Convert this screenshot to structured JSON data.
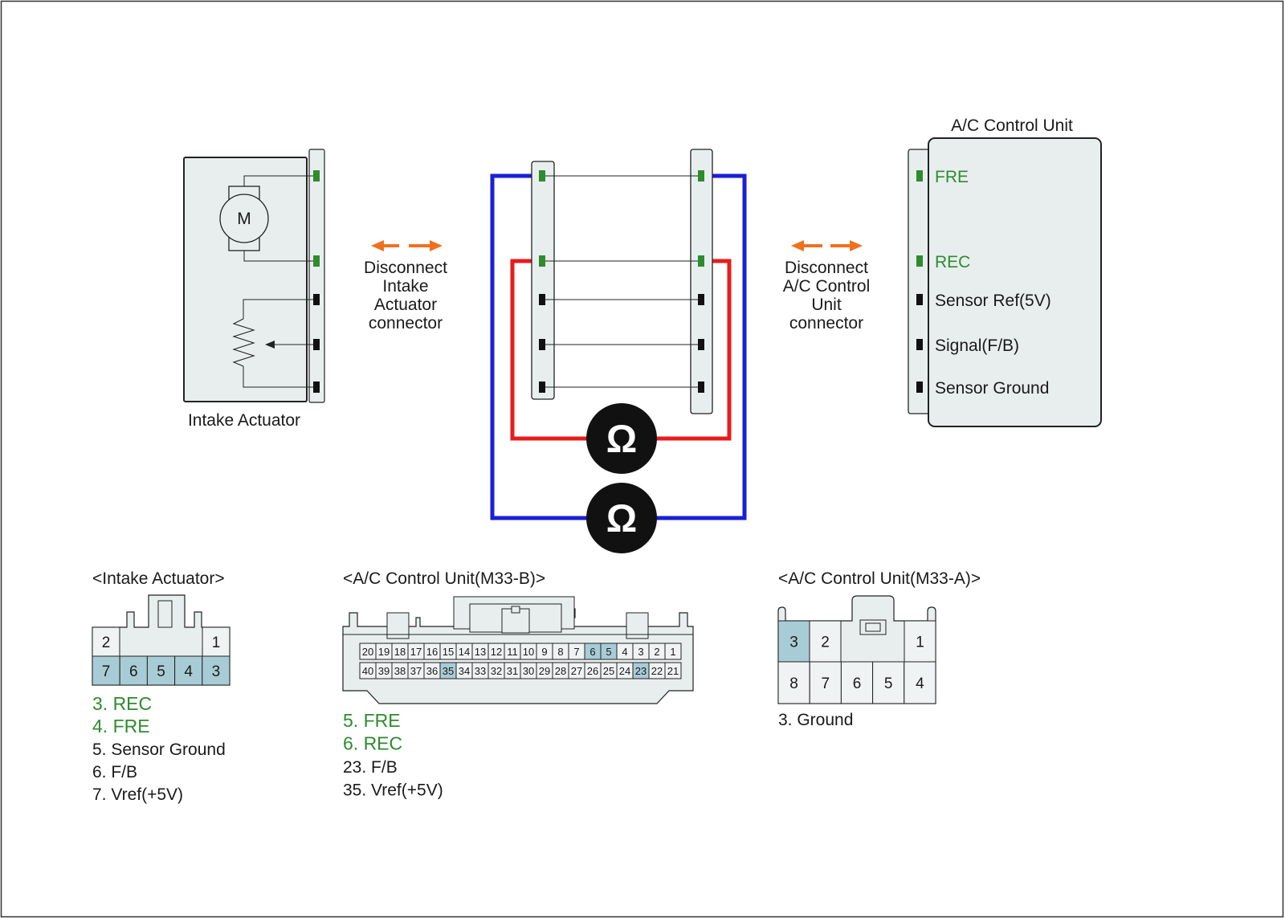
{
  "diagram": {
    "intake_actuator": {
      "label": "Intake Actuator",
      "motor_symbol": "M",
      "pin_colors": [
        "green",
        "green",
        "black",
        "black",
        "black"
      ]
    },
    "disconnect_left": [
      "Disconnect",
      "Intake",
      "Actuator",
      "connector"
    ],
    "disconnect_right": [
      "Disconnect",
      "A/C Control",
      "Unit",
      "connector"
    ],
    "ac_control_unit": {
      "title": "A/C Control Unit",
      "pins": [
        {
          "label": "FRE",
          "color": "green"
        },
        {
          "label": "REC",
          "color": "green"
        },
        {
          "label": "Sensor Ref(5V)",
          "color": "black"
        },
        {
          "label": "Signal(F/B)",
          "color": "black"
        },
        {
          "label": "Sensor Ground",
          "color": "black"
        }
      ]
    },
    "ohm_symbol": "Ω",
    "colors": {
      "blue_wire": "#1a1fd6",
      "red_wire": "#e81c1c",
      "arrow": "#f07020",
      "pin_green": "#2e8b2e",
      "highlight": "#a8ccd6",
      "panel": "#e8eeee",
      "text_green": "#2e8b2e"
    }
  },
  "connectors": {
    "intake_actuator": {
      "title": "<Intake Actuator>",
      "top_row": [
        "2",
        "1"
      ],
      "bottom_row": [
        "7",
        "6",
        "5",
        "4",
        "3"
      ],
      "highlighted": [
        "7",
        "6",
        "5",
        "4",
        "3"
      ],
      "pins": [
        {
          "text": "3. REC",
          "color": "green"
        },
        {
          "text": "4. FRE",
          "color": "green"
        },
        {
          "text": "5. Sensor Ground",
          "color": "black"
        },
        {
          "text": "6. F/B",
          "color": "black"
        },
        {
          "text": "7. Vref(+5V)",
          "color": "black"
        }
      ]
    },
    "m33b": {
      "title": "<A/C Control Unit(M33-B)>",
      "row1": [
        "20",
        "19",
        "18",
        "17",
        "16",
        "15",
        "14",
        "13",
        "12",
        "11",
        "10",
        "9",
        "8",
        "7",
        "6",
        "5",
        "4",
        "3",
        "2",
        "1"
      ],
      "row2": [
        "40",
        "39",
        "38",
        "37",
        "36",
        "35",
        "34",
        "33",
        "32",
        "31",
        "30",
        "29",
        "28",
        "27",
        "26",
        "25",
        "24",
        "23",
        "22",
        "21"
      ],
      "highlighted": [
        "6",
        "5",
        "35",
        "23"
      ],
      "pins": [
        {
          "text": "5. FRE",
          "color": "green"
        },
        {
          "text": "6. REC",
          "color": "green"
        },
        {
          "text": "23. F/B",
          "color": "black"
        },
        {
          "text": "35. Vref(+5V)",
          "color": "black"
        }
      ]
    },
    "m33a": {
      "title": "<A/C Control Unit(M33-A)>",
      "top_row": [
        "3",
        "2",
        "1"
      ],
      "bottom_row": [
        "8",
        "7",
        "6",
        "5",
        "4"
      ],
      "highlighted": [
        "3"
      ],
      "pins": [
        {
          "text": "3. Ground",
          "color": "black"
        }
      ]
    }
  }
}
